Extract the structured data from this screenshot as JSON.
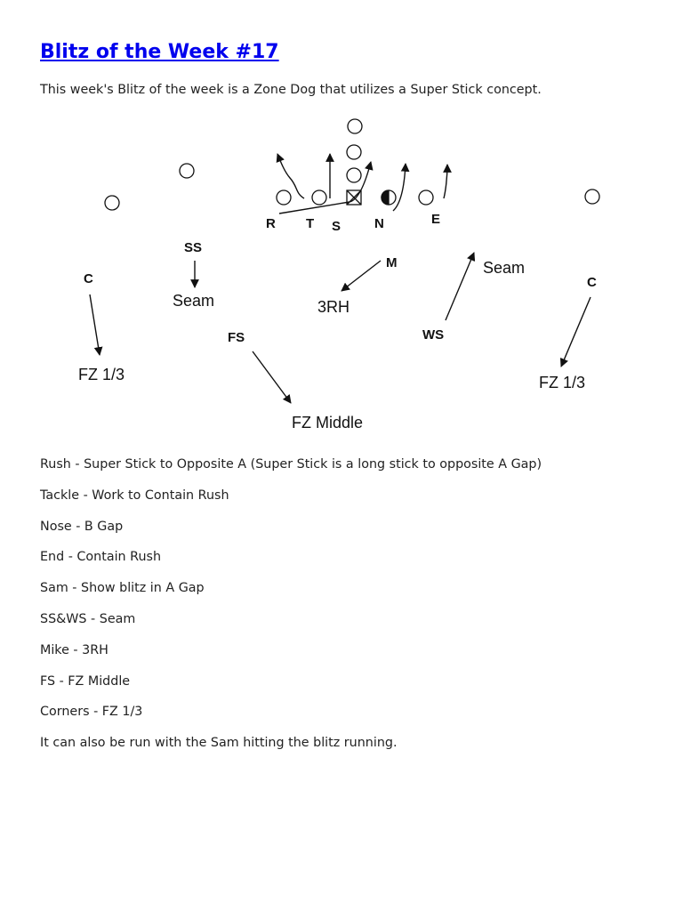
{
  "title": "Blitz of the Week #17",
  "intro": "This week's Blitz of the week is a Zone Dog that utilizes a Super Stick concept.",
  "diagram": {
    "offense_formation": "five linemen with center, stacked backfield, two wide receivers, one slot",
    "labels": {
      "r": "R",
      "t": "T",
      "s": "S",
      "n": "N",
      "e": "E",
      "ss": "SS",
      "ss_assign": "Seam",
      "m": "M",
      "m_assign": "3RH",
      "ws": "WS",
      "ws_assign": "Seam",
      "fs": "FS",
      "fs_assign": "FZ Middle",
      "cl": "C",
      "cl_assign": "FZ 1/3",
      "cr": "C",
      "cr_assign": "FZ 1/3"
    }
  },
  "assignments": [
    "Rush - Super Stick to Opposite A (Super Stick is a long stick to opposite A Gap)",
    "Tackle - Work to Contain Rush",
    "Nose - B Gap",
    "End - Contain Rush",
    "Sam - Show blitz in A Gap",
    "SS&WS - Seam",
    "Mike - 3RH",
    "FS - FZ Middle",
    "Corners - FZ 1/3",
    "It can also be run with the Sam hitting the blitz running."
  ]
}
